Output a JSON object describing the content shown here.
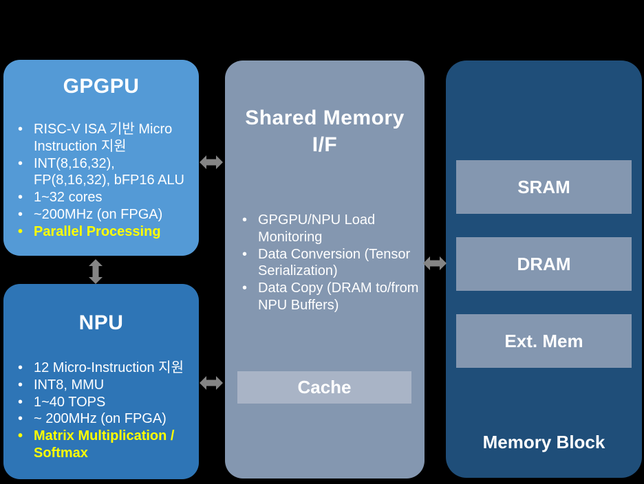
{
  "diagram": {
    "background_color": "#000000",
    "highlight_color": "#ffff00",
    "arrow_color": "#858585",
    "blocks": {
      "gpgpu": {
        "title": "GPGPU",
        "color": "#549ad6",
        "bullets": [
          {
            "text": "RISC-V ISA 기반 Micro Instruction 지원",
            "highlight": false
          },
          {
            "text": "INT(8,16,32), FP(8,16,32), bFP16  ALU",
            "highlight": false
          },
          {
            "text": "1~32 cores",
            "highlight": false
          },
          {
            "text": "~200MHz (on FPGA)",
            "highlight": false
          },
          {
            "text": "Parallel Processing",
            "highlight": true
          }
        ]
      },
      "npu": {
        "title": "NPU",
        "color": "#2e75b6",
        "bullets": [
          {
            "text": "12 Micro-Instruction 지원",
            "highlight": false
          },
          {
            "text": "INT8, MMU",
            "highlight": false
          },
          {
            "text": "1~40 TOPS",
            "highlight": false
          },
          {
            "text": "~ 200MHz (on FPGA)",
            "highlight": false
          },
          {
            "text": "Matrix Multiplication / Softmax",
            "highlight": true
          }
        ]
      },
      "shared_memory": {
        "title": "Shared Memory I/F",
        "color": "#8497b0",
        "bullets": [
          {
            "text": "GPGPU/NPU Load Monitoring",
            "highlight": false
          },
          {
            "text": "Data Conversion (Tensor Serialization)",
            "highlight": false
          },
          {
            "text": "Data Copy (DRAM to/from NPU Buffers)",
            "highlight": false
          }
        ],
        "cache_label": "Cache",
        "cache_color": "#a9b4c6"
      },
      "memory_block": {
        "label": "Memory Block",
        "color": "#1f4e79",
        "item_color": "#8497b0",
        "items": [
          "SRAM",
          "DRAM",
          "Ext. Mem"
        ]
      }
    },
    "connections": [
      "gpgpu-shared-memory-bidirectional",
      "gpgpu-npu-bidirectional",
      "npu-shared-memory-bidirectional",
      "shared-memory-memory-block-bidirectional"
    ]
  }
}
